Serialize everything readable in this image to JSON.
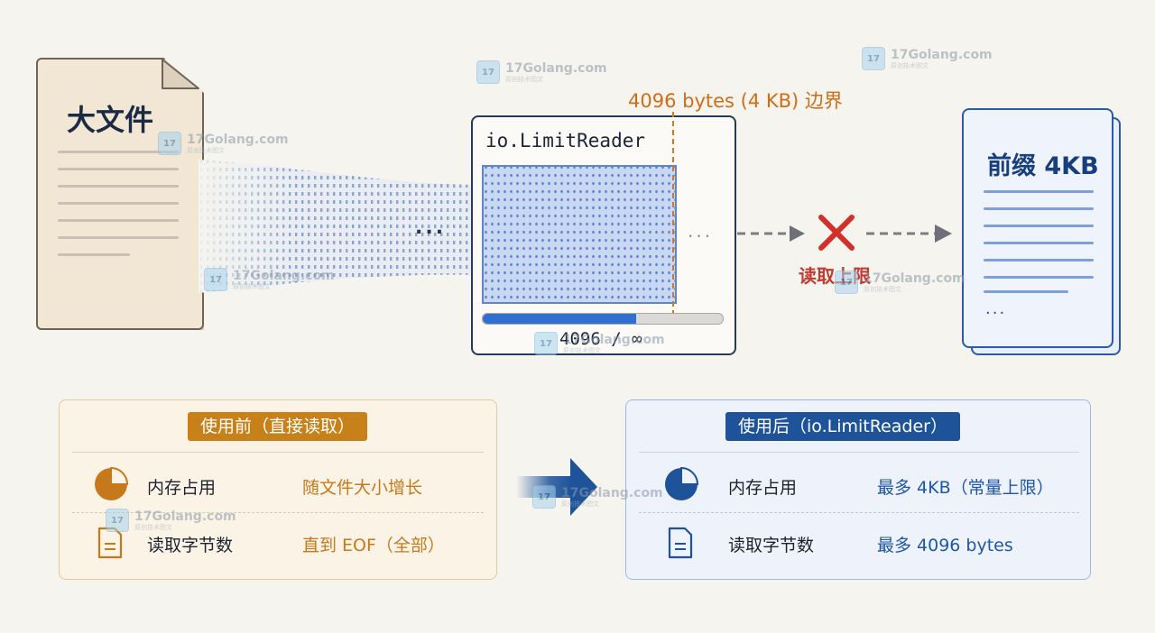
{
  "big_file": {
    "title": "大文件"
  },
  "limit_reader": {
    "title": "io.LimitReader",
    "boundary_label": "4096 bytes (4 KB) 边界",
    "progress_text": "4096 / ∞",
    "progress_fraction": 0.64
  },
  "blocked": {
    "label": "读取上限"
  },
  "prefix": {
    "title": "前缀 4KB",
    "ellipsis": "..."
  },
  "stream_ellipsis": "...",
  "reader_ellipsis": "...",
  "before": {
    "header": "使用前（直接读取）",
    "rows": [
      {
        "label": "内存占用",
        "value": "随文件大小增长",
        "icon": "pie-chart-icon"
      },
      {
        "label": "读取字节数",
        "value": "直到 EOF（全部）",
        "icon": "document-icon"
      }
    ]
  },
  "after": {
    "header": "使用后（io.LimitReader）",
    "rows": [
      {
        "label": "内存占用",
        "value": "最多 4KB（常量上限）",
        "icon": "pie-chart-icon"
      },
      {
        "label": "读取字节数",
        "value": "最多 4096 bytes",
        "icon": "document-icon"
      }
    ]
  },
  "colors": {
    "orange": "#c88119",
    "blue": "#1e5399",
    "red": "#d2312b",
    "boundary": "#d8751f"
  },
  "watermark": {
    "text": "17Golang.com",
    "sub": "原创技术图文"
  }
}
